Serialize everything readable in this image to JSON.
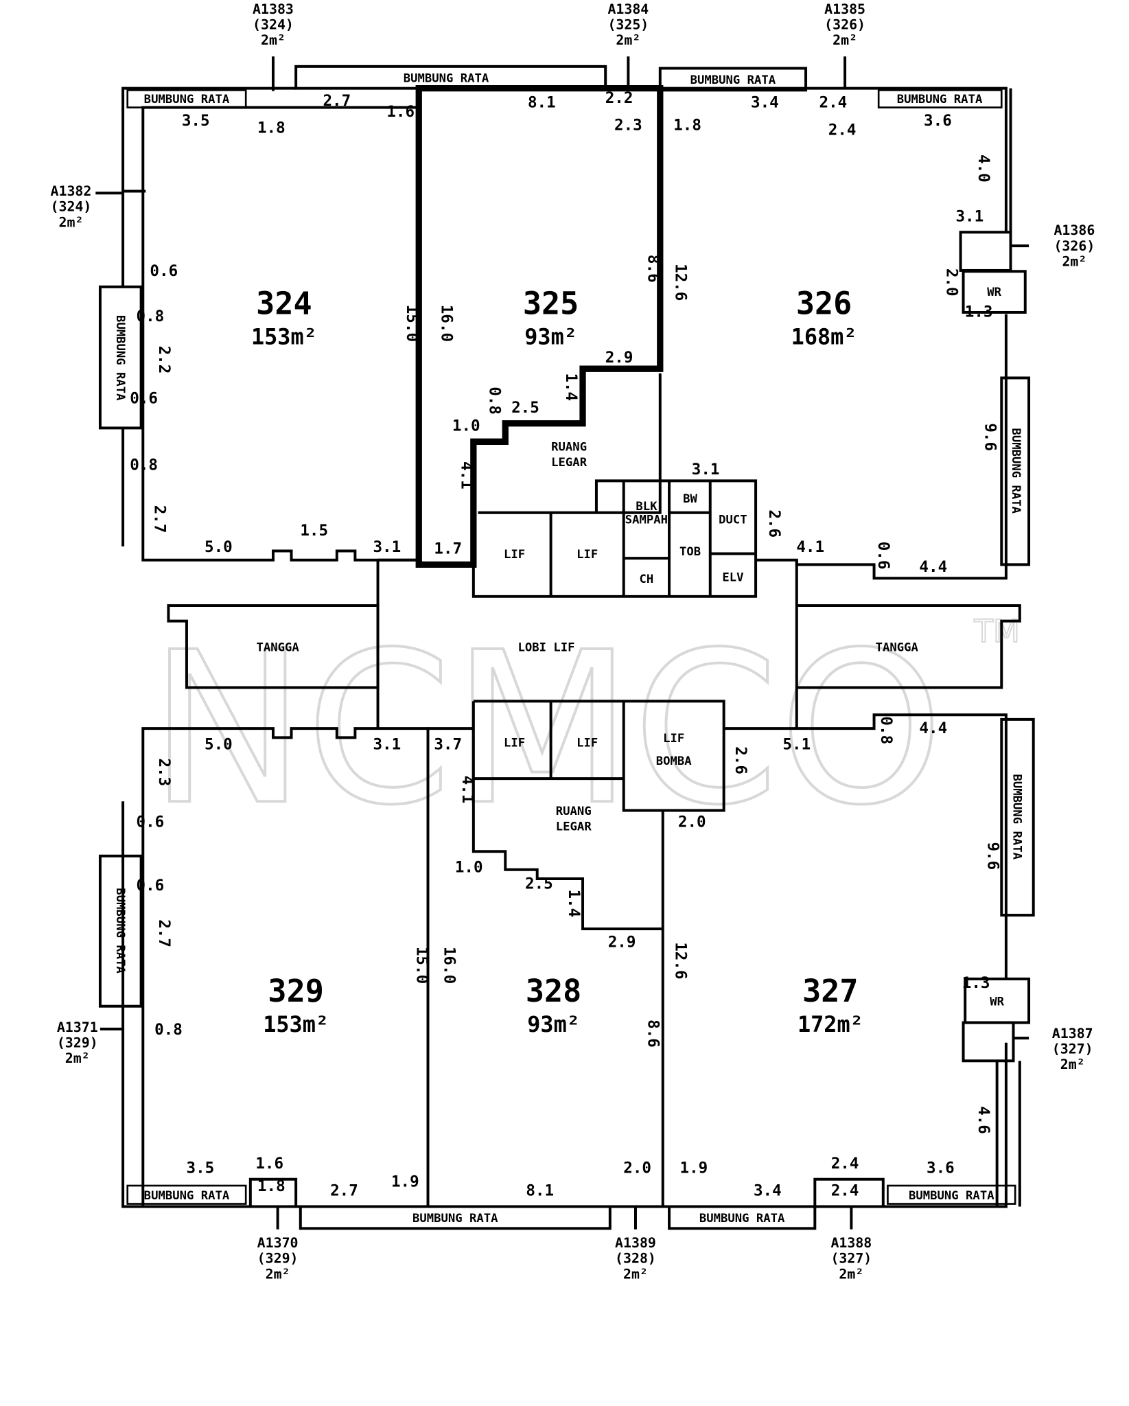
{
  "watermark": {
    "text": "NCMCO",
    "tm": "TM"
  },
  "units": {
    "u324": {
      "number": "324",
      "area": "153m²"
    },
    "u325": {
      "number": "325",
      "area": "93m²"
    },
    "u326": {
      "number": "326",
      "area": "168m²"
    },
    "u327": {
      "number": "327",
      "area": "172m²"
    },
    "u328": {
      "number": "328",
      "area": "93m²"
    },
    "u329": {
      "number": "329",
      "area": "153m²"
    }
  },
  "labels": {
    "roof": "BUMBUNG RATA",
    "hall": [
      "RUANG",
      "LEGAR"
    ],
    "lift": "LIF",
    "fire_lift": [
      "LIF",
      "BOMBA"
    ],
    "lift_lobby": "LOBI LIF",
    "stairs": "TANGGA",
    "refuse": [
      "BLK",
      "SAMPAH"
    ],
    "wr": "WR",
    "bw": "BW",
    "duct": "DUCT",
    "db": "TOB",
    "ch": "CH",
    "elv": "ELV"
  },
  "accessory_parcels": [
    {
      "id": "A1383",
      "unit": "(324)",
      "area": "2m²"
    },
    {
      "id": "A1384",
      "unit": "(325)",
      "area": "2m²"
    },
    {
      "id": "A1385",
      "unit": "(326)",
      "area": "2m²"
    },
    {
      "id": "A1382",
      "unit": "(324)",
      "area": "2m²"
    },
    {
      "id": "A1386",
      "unit": "(326)",
      "area": "2m²"
    },
    {
      "id": "A1387",
      "unit": "(327)",
      "area": "2m²"
    },
    {
      "id": "A1388",
      "unit": "(327)",
      "area": "2m²"
    },
    {
      "id": "A1389",
      "unit": "(328)",
      "area": "2m²"
    },
    {
      "id": "A1370",
      "unit": "(329)",
      "area": "2m²"
    },
    {
      "id": "A1371",
      "unit": "(329)",
      "area": "2m²"
    }
  ],
  "dimensions": [
    "3.5",
    "1.8",
    "2.7",
    "1.6",
    "8.1",
    "2.2",
    "2.3",
    "1.8",
    "3.4",
    "2.4",
    "2.4",
    "3.6",
    "4.0",
    "3.1",
    "2.0",
    "1.3",
    "9.6",
    "4.4",
    "0.6",
    "4.1",
    "3.1",
    "2.6",
    "5.0",
    "1.5",
    "3.1",
    "1.7",
    "15.0",
    "16.0",
    "8.6",
    "12.6",
    "2.9",
    "2.5",
    "1.0",
    "0.8",
    "1.4",
    "4.1",
    "0.6",
    "0.8",
    "2.2",
    "0.6",
    "0.8",
    "2.7",
    "5.0",
    "3.1",
    "3.7",
    "5.1",
    "0.8",
    "4.4",
    "2.6",
    "2.0",
    "2.3",
    "0.6",
    "0.6",
    "2.7",
    "0.8",
    "4.1",
    "1.0",
    "2.5",
    "1.4",
    "2.9",
    "15.0",
    "16.0",
    "12.6",
    "8.6",
    "9.6",
    "1.3",
    "4.6",
    "3.5",
    "1.6",
    "1.8",
    "2.7",
    "1.9",
    "8.1",
    "2.0",
    "1.9",
    "3.4",
    "2.4",
    "2.4",
    "3.6"
  ]
}
